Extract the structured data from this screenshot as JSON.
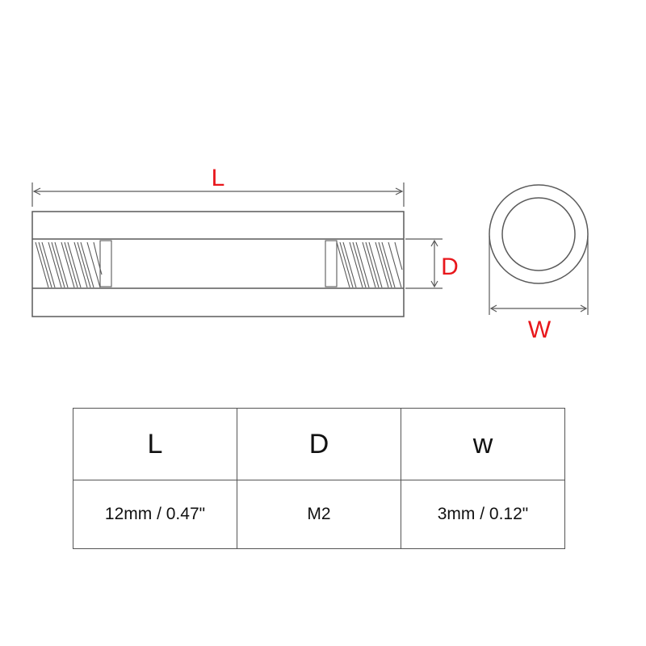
{
  "diagram": {
    "length_label": "L",
    "diameter_label": "D",
    "width_label": "W",
    "label_color": "#e8171c",
    "line_color": "#5a5a5a"
  },
  "table": {
    "headers": [
      "L",
      "D",
      "w"
    ],
    "values": [
      "12mm / 0.47\"",
      "M2",
      "3mm / 0.12\""
    ]
  }
}
